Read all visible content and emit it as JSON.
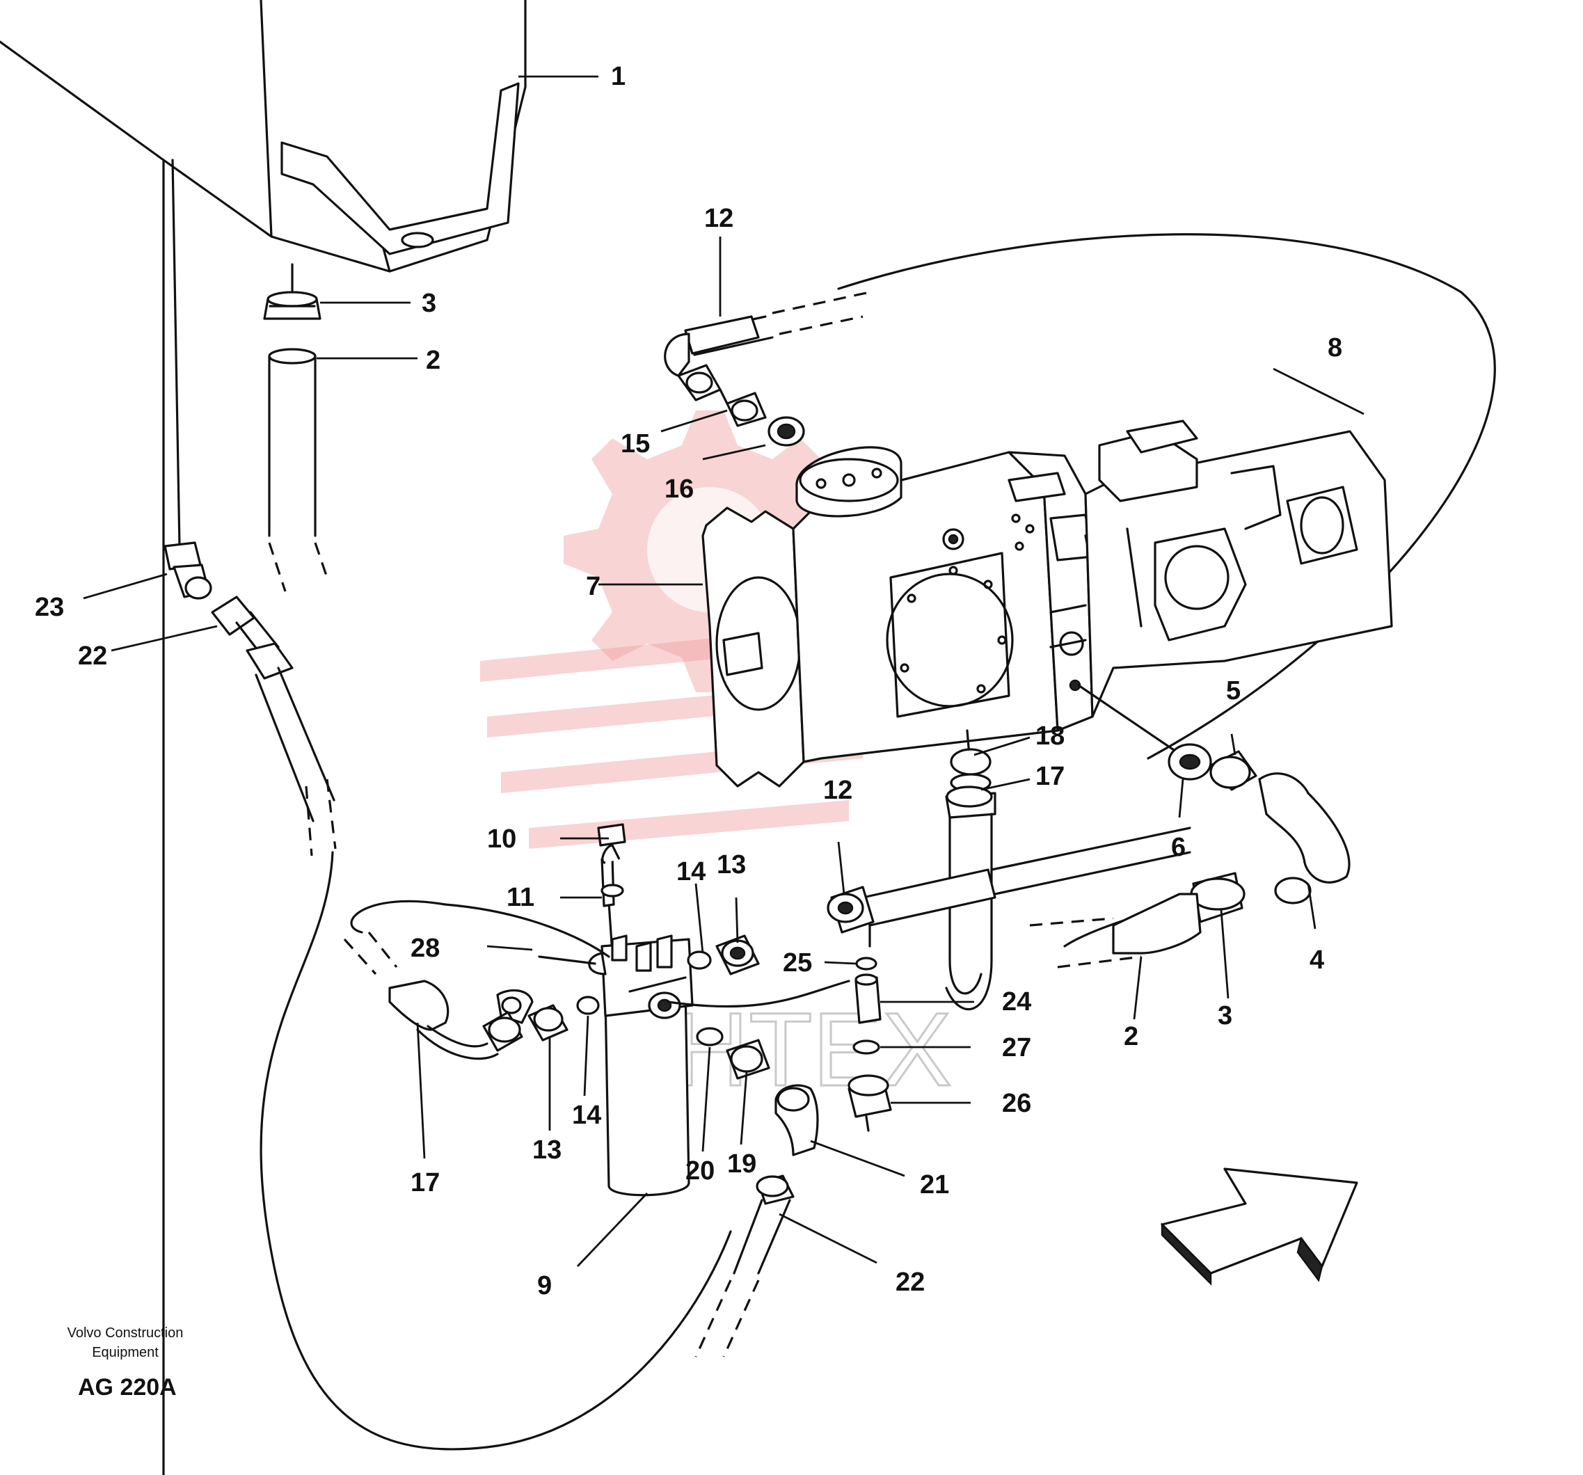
{
  "callouts": {
    "c1": "1",
    "c2a": "2",
    "c3a": "3",
    "c23": "23",
    "c22a": "22",
    "c12a": "12",
    "c15": "15",
    "c16": "16",
    "c8": "8",
    "c7": "7",
    "c18": "18",
    "c17a": "17",
    "c5": "5",
    "c6": "6",
    "c4": "4",
    "c10": "10",
    "c11": "11",
    "c28": "28",
    "c14a": "14",
    "c13a": "13",
    "c12b": "12",
    "c25": "25",
    "c24": "24",
    "c27": "27",
    "c26": "26",
    "c2b": "2",
    "c3b": "3",
    "c13b": "13",
    "c14b": "14",
    "c17b": "17",
    "c20": "20",
    "c19": "19",
    "c21": "21",
    "c9": "9",
    "c22b": "22"
  },
  "footer": {
    "company_line1": "Volvo Construction",
    "company_line2": "Equipment",
    "drawing_code": "AG 220A"
  },
  "watermark": {
    "text": "ИНТЕХ",
    "color": "#f0a0a0"
  }
}
